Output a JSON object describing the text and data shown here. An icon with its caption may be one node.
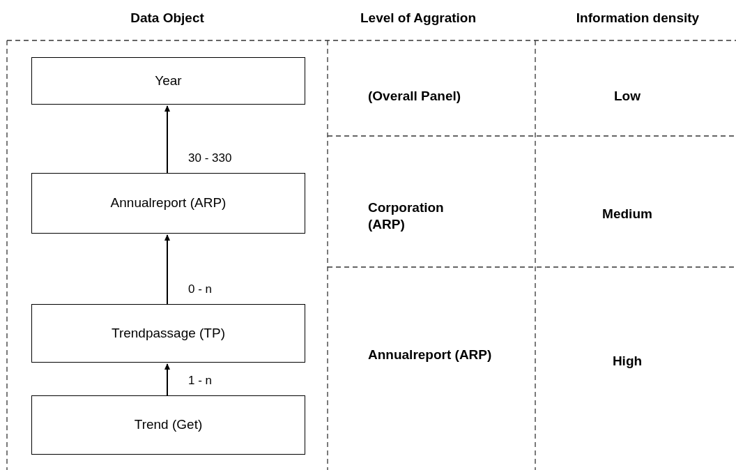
{
  "diagram": {
    "nodes": [
      {
        "text": [
          "Year"
        ]
      },
      {
        "text": [
          "Annualreport (ARP)"
        ]
      },
      {
        "text": [
          "Trendpassage (TP)"
        ]
      },
      {
        "text": [
          "Trend (Get)"
        ]
      }
    ],
    "edges": [
      {
        "from": 1,
        "to": 0,
        "arrow": "to",
        "label": "30 - 330"
      },
      {
        "from": 2,
        "to": 1,
        "arrow": "to",
        "label": "0 - n"
      },
      {
        "from": 3,
        "to": 2,
        "arrow": "to",
        "label": "1 - n"
      }
    ],
    "labels": [
      "Data Object",
      "Level of Aggration",
      "Information density",
      "(Overall Panel)",
      "Low",
      "Corporation (ARP)",
      "Medium",
      "Annualreport (ARP)",
      "High"
    ]
  }
}
